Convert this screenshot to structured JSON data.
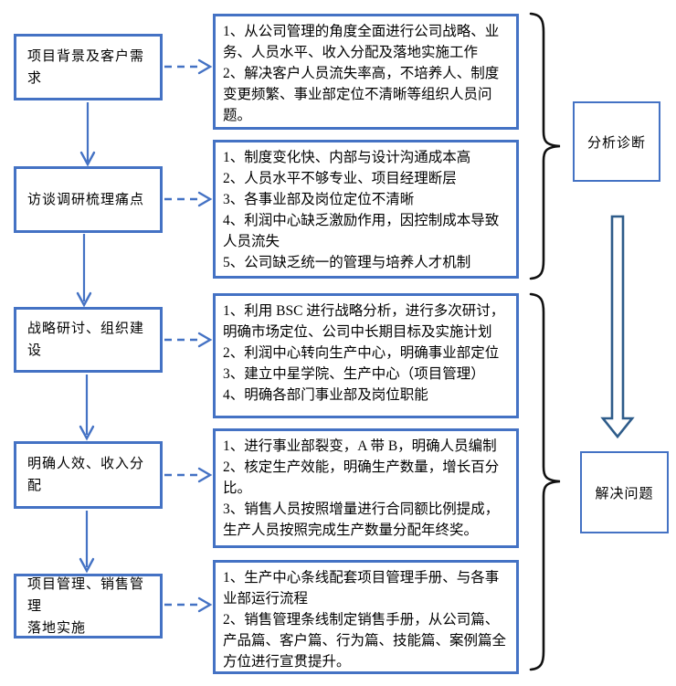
{
  "colors": {
    "box_border": "#4472C4",
    "connector_blue": "#4472C4",
    "hollow_arrow_blue": "#2E5C8A",
    "brace_black": "#111111",
    "text": "#000000"
  },
  "left_steps": [
    {
      "label": "项目背景及客户需\n求"
    },
    {
      "label": "访谈调研梳理痛点"
    },
    {
      "label": "战略研讨、组织建设"
    },
    {
      "label": "明确人效、收入分配"
    },
    {
      "label": "项目管理、销售管理\n落地实施"
    }
  ],
  "detail_boxes": [
    {
      "items": [
        "1、从公司管理的角度全面进行公司战略、业务、人员水平、收入分配及落地实施工作",
        "2、解决客户人员流失率高，不培养人、制度变更频繁、事业部定位不清晰等组织人员问题。"
      ]
    },
    {
      "items": [
        "1、制度变化快、内部与设计沟通成本高",
        "2、人员水平不够专业、项目经理断层",
        "3、各事业部及岗位定位不清晰",
        "4、利润中心缺乏激励作用，因控制成本导致人员流失",
        "5、公司缺乏统一的管理与培养人才机制"
      ]
    },
    {
      "items": [
        "1、利用 BSC 进行战略分析，进行多次研讨，明确市场定位、公司中长期目标及实施计划",
        "2、利润中心转向生产中心，明确事业部定位",
        "3、建立中星学院、生产中心（项目管理）",
        "4、明确各部门事业部及岗位职能"
      ]
    },
    {
      "items": [
        "1、进行事业部裂变，A 带 B，明确人员编制",
        "2、核定生产效能，明确生产数量，增长百分比。",
        "3、销售人员按照增量进行合同额比例提成，生产人员按照完成生产数量分配年终奖。"
      ]
    },
    {
      "items": [
        "1、生产中心条线配套项目管理手册、与各事业部运行流程",
        "2、销售管理条线制定销售手册，从公司篇、产品篇、客户篇、行为篇、技能篇、案例篇全方位进行宣贯提升。"
      ]
    }
  ],
  "stage_labels": [
    {
      "label": "分析诊断"
    },
    {
      "label": "解决问题"
    }
  ]
}
